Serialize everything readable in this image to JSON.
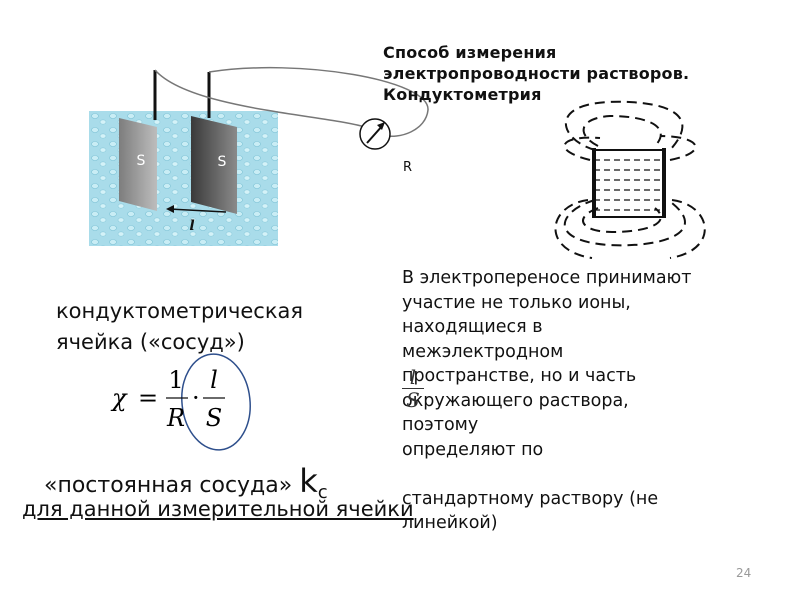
{
  "slide": {
    "title_lines": [
      "Способ измерения",
      "электропроводности растворов.",
      "Кондуктометрия"
    ],
    "diagram": {
      "electrode_left_label": "S",
      "electrode_right_label": "S",
      "distance_label": "l",
      "resistance_label": "R",
      "meter_icon": "galvanometer-icon",
      "coil_icon": "solenoid-field-lines-icon"
    },
    "cell_label_lines": [
      "кондуктометрическая",
      "ячейка («сосуд»)"
    ],
    "formula": {
      "lhs": "χ",
      "eq": "=",
      "frac1_num": "1",
      "frac1_den": "R",
      "dot": "·",
      "frac2_num": "l",
      "frac2_den": "S"
    },
    "constant_text": "«постоянная сосуда»",
    "constant_symbol": "k",
    "constant_subscript": "c",
    "for_cell_text": "для данной измерительной ячейки",
    "right_text_lines": [
      "В электропереносе принимают",
      "участие не только ионы,",
      "находящиеся в",
      "межэлектродном",
      "пространстве, но и часть",
      "окружающего раствора,",
      "поэтому",
      "определяют по",
      "",
      "стандартному раствору (не",
      "линейкой)"
    ],
    "ghost_fraction": {
      "num": "l",
      "den": "S"
    },
    "page_number": "24"
  },
  "colors": {
    "liquid": "#a9dcea",
    "oval": "#2e4f8c",
    "electrode_dark": "#555555",
    "electrode_light": "#9a9a9a"
  }
}
